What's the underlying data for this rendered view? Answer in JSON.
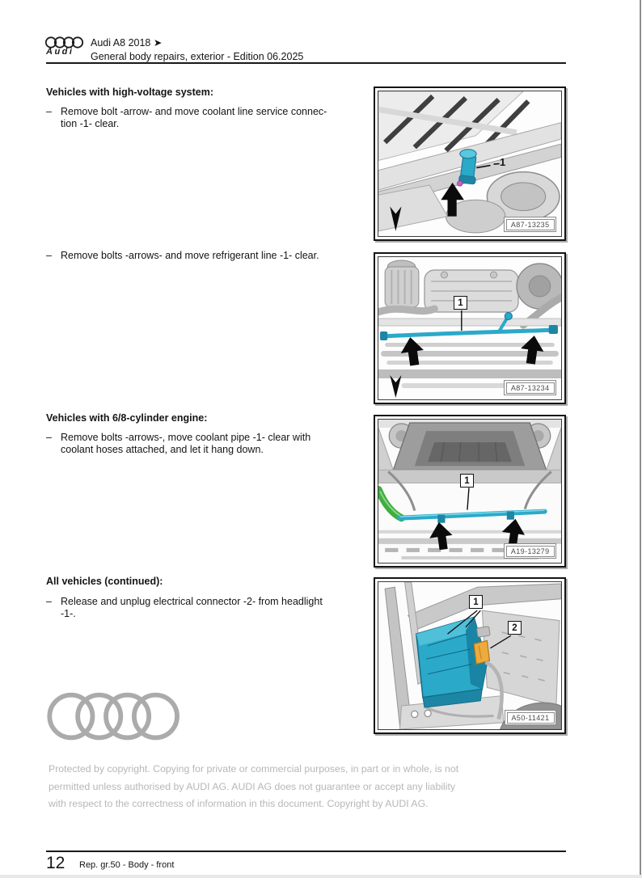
{
  "header": {
    "logo_text": "Audi",
    "model": "Audi A8 2018",
    "pointer": "➤",
    "subtitle": "General body repairs, exterior - Edition 06.2025"
  },
  "sections": [
    {
      "heading": "Vehicles with high-voltage system:"
    },
    {
      "heading": "Vehicles with 6/8-cylinder engine:"
    },
    {
      "heading": "All vehicles (continued):"
    }
  ],
  "steps": [
    {
      "marker": "–",
      "line1": "Remove bolt -arrow- and move coolant line service connec-",
      "line2": "tion -1- clear."
    },
    {
      "marker": "–",
      "line1": "Remove bolts -arrows- and move refrigerant line -1- clear."
    },
    {
      "marker": "–",
      "line1": "Remove bolts -arrows-, move coolant pipe -1- clear with",
      "line2": "coolant hoses attached, and let it hang down."
    },
    {
      "marker": "–",
      "line1": "Release and unplug electrical connector -2- from headlight",
      "line2": "-1-."
    }
  ],
  "figures": [
    {
      "id": "A87-13235",
      "callout1": "1"
    },
    {
      "id": "A87-13234",
      "callout1": "1"
    },
    {
      "id": "A19-13279",
      "callout1": "1"
    },
    {
      "id": "A50-11421",
      "callout1": "1",
      "callout2": "2"
    }
  ],
  "watermark": {
    "name": "audi-rings"
  },
  "copyright": {
    "line1": "Protected by copyright. Copying for private or commercial purposes, in part or in whole, is not",
    "line2": "permitted unless authorised by AUDI AG. AUDI AG does not guarantee or accept any liability",
    "line3": "with respect to the correctness of information in this document. Copyright by AUDI AG."
  },
  "footer": {
    "page_number": "12",
    "caption": "Rep. gr.50 - Body - front"
  },
  "colors": {
    "highlight_teal": "#2ba9c9",
    "highlight_green": "#3fae3f",
    "highlight_yellow": "#eeab3d",
    "copyright_gray": "#b7b7b7",
    "watermark_gray": "#ababab"
  }
}
